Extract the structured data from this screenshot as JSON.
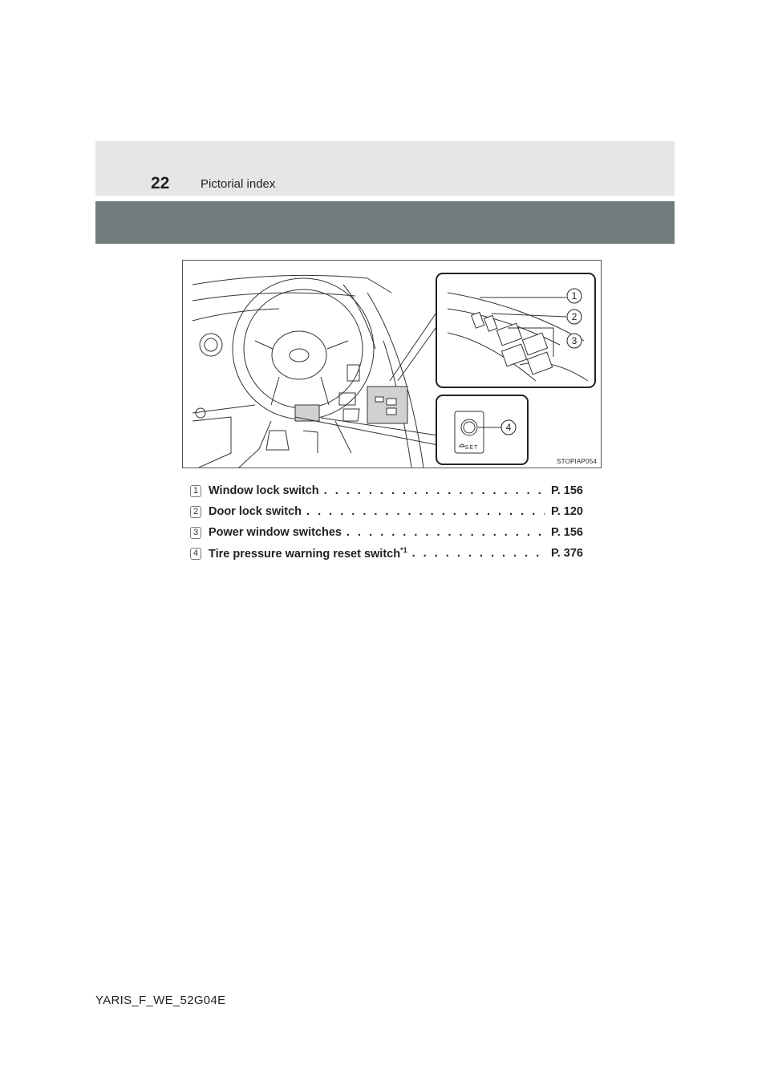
{
  "header": {
    "page_number": "22",
    "section_title": "Pictorial index"
  },
  "figure": {
    "code": "STOPIAP054",
    "callouts": [
      "1",
      "2",
      "3",
      "4"
    ],
    "set_label": "SET"
  },
  "items": [
    {
      "num": "1",
      "label": "Window lock switch",
      "superscript": "",
      "dots": ". . . . . . . . . . . . . . . . . . . . . . . . . . . . . . . . . . . .",
      "page": "P. 156"
    },
    {
      "num": "2",
      "label": "Door lock switch",
      "superscript": "",
      "dots": ". . . . . . . . . . . . . . . . . . . . . . . . . . . . . . . . . . . . . .",
      "page": "P. 120"
    },
    {
      "num": "3",
      "label": "Power window switches",
      "superscript": "",
      "dots": ". . . . . . . . . . . . . . . . . . . . . . . . . . . . . . . . . .",
      "page": "P. 156"
    },
    {
      "num": "4",
      "label": "Tire pressure warning reset switch",
      "superscript": "*1",
      "dots": ". . . . . . . . . . . . . . . . . . . . . . .",
      "page": "P. 376"
    }
  ],
  "footer": {
    "code": "YARIS_F_WE_52G04E"
  }
}
